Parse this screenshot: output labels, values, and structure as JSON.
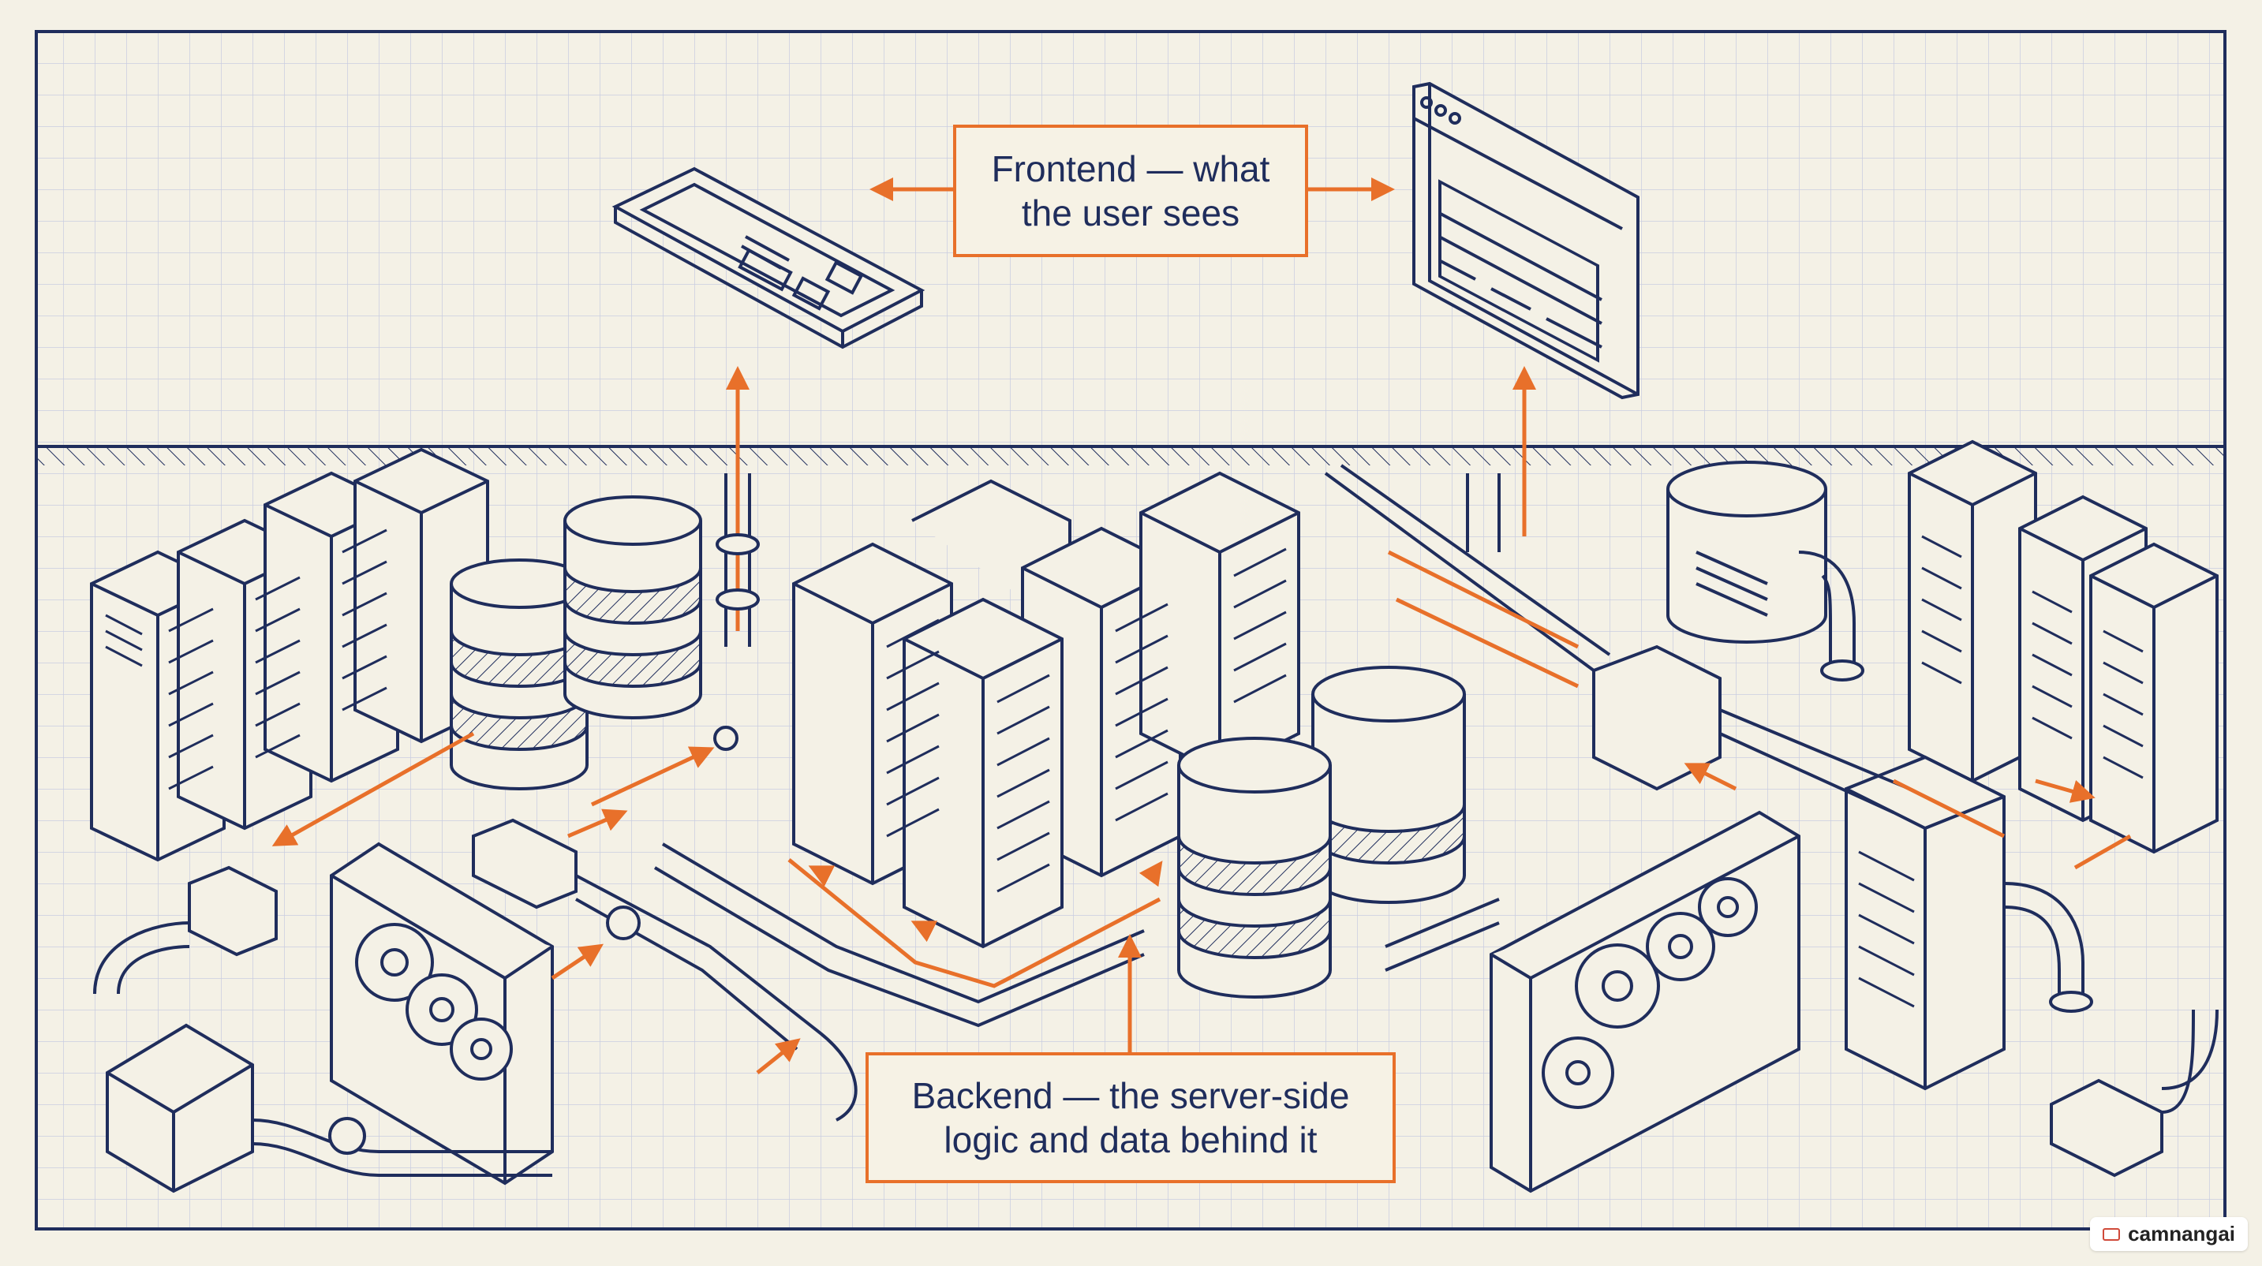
{
  "labels": {
    "frontend_line1": "Frontend — what",
    "frontend_line2": "the user sees",
    "backend_line1": "Backend — the server-side",
    "backend_line2": "logic and data behind it"
  },
  "watermark": "camnangai",
  "colors": {
    "background": "#f4f1e6",
    "grid": "#c9cde0",
    "ink": "#1f2d5c",
    "accent": "#e8702a"
  }
}
